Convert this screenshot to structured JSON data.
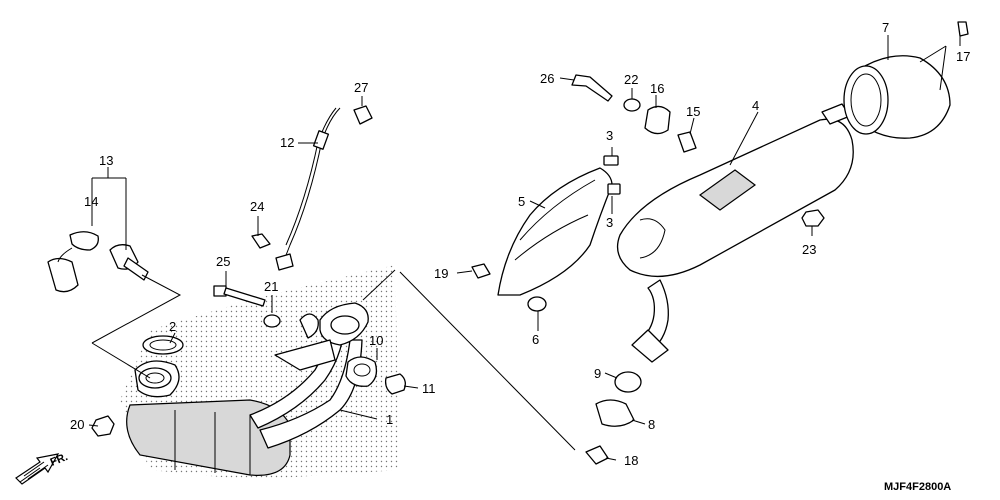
{
  "diagram": {
    "code": "MJF4F2800A",
    "direction_label": "FR.",
    "callouts": [
      "1",
      "2",
      "3",
      "3",
      "4",
      "5",
      "6",
      "7",
      "8",
      "9",
      "10",
      "11",
      "12",
      "13",
      "14",
      "15",
      "16",
      "17",
      "18",
      "19",
      "20",
      "21",
      "22",
      "23",
      "24",
      "25",
      "26",
      "27"
    ]
  }
}
